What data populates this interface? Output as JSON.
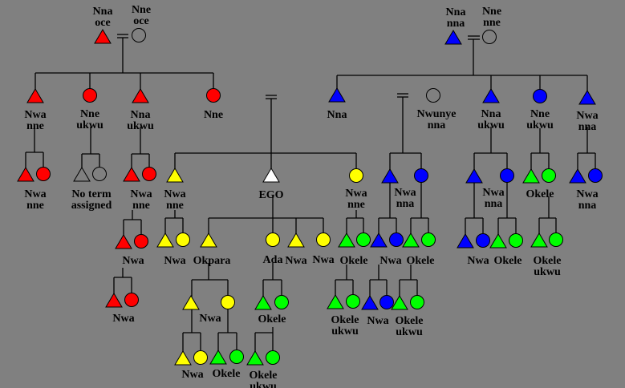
{
  "title": "Igbo kinship terminology diagram",
  "colors": {
    "background": "#808080",
    "father_side": "#ff0000",
    "mother_side": "#0000ff",
    "ego_generation": "#ffff00",
    "descendants_green": "#00ff00",
    "ego": "#ffffff",
    "unrelated": "none",
    "line": "#000000"
  },
  "people": {
    "pgf": {
      "sex": "male",
      "color": "father_side",
      "label": [
        "Nna",
        "oce"
      ]
    },
    "pgm": {
      "sex": "female",
      "color": "unrelated",
      "label": [
        "Nne",
        "oce"
      ]
    },
    "mgf": {
      "sex": "male",
      "color": "mother_side",
      "label": [
        "Nna",
        "nna"
      ]
    },
    "mgm": {
      "sex": "female",
      "color": "unrelated",
      "label": [
        "Nne",
        "nne"
      ]
    },
    "f_b1": {
      "sex": "male",
      "color": "father_side",
      "label": [
        "Nwa",
        "nne"
      ]
    },
    "f_z1": {
      "sex": "female",
      "color": "father_side",
      "label": [
        "Nne",
        "ukwu"
      ]
    },
    "f_b2": {
      "sex": "male",
      "color": "father_side",
      "label": [
        "Nna",
        "ukwu"
      ]
    },
    "f_z2": {
      "sex": "female",
      "color": "father_side",
      "label": [
        "Nne"
      ]
    },
    "m_b0": {
      "sex": "male",
      "color": "mother_side",
      "label": [
        "Nna"
      ]
    },
    "m_wife": {
      "sex": "female",
      "color": "unrelated",
      "label": [
        "Nwunye",
        "nna"
      ]
    },
    "m_b1": {
      "sex": "male",
      "color": "mother_side",
      "label": [
        "Nna",
        "ukwu"
      ]
    },
    "m_z1": {
      "sex": "female",
      "color": "mother_side",
      "label": [
        "Nne",
        "ukwu"
      ]
    },
    "m_b2": {
      "sex": "male",
      "color": "mother_side",
      "label": [
        "Nwa",
        "nna"
      ]
    },
    "c1a": {
      "sex": "male",
      "color": "father_side",
      "label": [
        "Nwa",
        "nne"
      ]
    },
    "c1b": {
      "sex": "female",
      "color": "father_side",
      "label": []
    },
    "c2a": {
      "sex": "male",
      "color": "unrelated",
      "label": [
        "No term",
        "assigned"
      ]
    },
    "c2b": {
      "sex": "female",
      "color": "unrelated",
      "label": []
    },
    "c3a": {
      "sex": "male",
      "color": "father_side",
      "label": [
        "Nwa",
        "nne"
      ]
    },
    "c3b": {
      "sex": "female",
      "color": "father_side",
      "label": []
    },
    "c3c1": {
      "sex": "male",
      "color": "father_side",
      "label": [
        "Nwa"
      ]
    },
    "c3c2": {
      "sex": "female",
      "color": "father_side",
      "label": []
    },
    "c3d1": {
      "sex": "male",
      "color": "father_side",
      "label": [
        "Nwa"
      ]
    },
    "c3d2": {
      "sex": "female",
      "color": "father_side",
      "label": []
    },
    "sib_b": {
      "sex": "male",
      "color": "ego_generation",
      "label": [
        "Nwa",
        "nne"
      ]
    },
    "ego": {
      "sex": "male",
      "color": "ego",
      "label": [
        "EGO"
      ]
    },
    "sib_z": {
      "sex": "female",
      "color": "ego_generation",
      "label": [
        "Nwa",
        "nne"
      ]
    },
    "sb_c1": {
      "sex": "male",
      "color": "ego_generation",
      "label": [
        "Nwa"
      ]
    },
    "sb_c2": {
      "sex": "female",
      "color": "ego_generation",
      "label": []
    },
    "e_c1": {
      "sex": "male",
      "color": "ego_generation",
      "label": [
        "Okpara"
      ]
    },
    "e_c2": {
      "sex": "female",
      "color": "ego_generation",
      "label": [
        "Ada"
      ]
    },
    "e_c3": {
      "sex": "male",
      "color": "ego_generation",
      "label": [
        "Nwa"
      ]
    },
    "e_c4": {
      "sex": "female",
      "color": "ego_generation",
      "label": [
        "Nwa"
      ]
    },
    "sz_c1": {
      "sex": "male",
      "color": "descendants_green",
      "label": [
        "Okele"
      ]
    },
    "sz_c2": {
      "sex": "female",
      "color": "descendants_green",
      "label": []
    },
    "ok_c1": {
      "sex": "male",
      "color": "ego_generation",
      "label": []
    },
    "ok_c2": {
      "sex": "female",
      "color": "ego_generation",
      "label": [
        "Nwa"
      ]
    },
    "ok_g1": {
      "sex": "male",
      "color": "ego_generation",
      "label": [
        "Nwa"
      ]
    },
    "ok_g2": {
      "sex": "female",
      "color": "ego_generation",
      "label": []
    },
    "ok_g3": {
      "sex": "male",
      "color": "descendants_green",
      "label": [
        "Okele"
      ]
    },
    "ok_g4": {
      "sex": "female",
      "color": "descendants_green",
      "label": []
    },
    "ada_c1": {
      "sex": "male",
      "color": "descendants_green",
      "label": [
        "Okele"
      ]
    },
    "ada_c2": {
      "sex": "female",
      "color": "descendants_green",
      "label": []
    },
    "ada_g1": {
      "sex": "male",
      "color": "descendants_green",
      "label": [
        "Okele",
        "ukwu"
      ]
    },
    "ada_g2": {
      "sex": "female",
      "color": "descendants_green",
      "label": []
    },
    "szc_g1": {
      "sex": "male",
      "color": "descendants_green",
      "label": [
        "Okele",
        "ukwu"
      ]
    },
    "szc_g2": {
      "sex": "female",
      "color": "descendants_green",
      "label": []
    },
    "mb0_c1": {
      "sex": "male",
      "color": "mother_side",
      "label": [
        "Nwa",
        "nna"
      ]
    },
    "mb0_c2": {
      "sex": "female",
      "color": "mother_side",
      "label": []
    },
    "mb0_g1": {
      "sex": "male",
      "color": "mother_side",
      "label": [
        "Nwa"
      ]
    },
    "mb0_g2": {
      "sex": "female",
      "color": "mother_side",
      "label": []
    },
    "mb0_g3": {
      "sex": "male",
      "color": "descendants_green",
      "label": [
        "Okele"
      ]
    },
    "mb0_g4": {
      "sex": "female",
      "color": "descendants_green",
      "label": []
    },
    "mb0_gg1": {
      "sex": "male",
      "color": "mother_side",
      "label": [
        "Nwa"
      ]
    },
    "mb0_gg2": {
      "sex": "female",
      "color": "mother_side",
      "label": []
    },
    "mb0_gg3": {
      "sex": "male",
      "color": "descendants_green",
      "label": [
        "Okele",
        "ukwu"
      ]
    },
    "mb0_gg4": {
      "sex": "female",
      "color": "descendants_green",
      "label": []
    },
    "mb1_c1": {
      "sex": "male",
      "color": "mother_side",
      "label": [
        "Nwa",
        "nna"
      ]
    },
    "mb1_c2": {
      "sex": "female",
      "color": "mother_side",
      "label": []
    },
    "mb1_g1": {
      "sex": "male",
      "color": "mother_side",
      "label": [
        "Nwa"
      ]
    },
    "mb1_g2": {
      "sex": "female",
      "color": "mother_side",
      "label": []
    },
    "mb1_g3": {
      "sex": "male",
      "color": "descendants_green",
      "label": [
        "Okele"
      ]
    },
    "mb1_g4": {
      "sex": "female",
      "color": "descendants_green",
      "label": []
    },
    "mz1_c1": {
      "sex": "male",
      "color": "descendants_green",
      "label": [
        "Okele"
      ]
    },
    "mz1_c2": {
      "sex": "female",
      "color": "descendants_green",
      "label": []
    },
    "mz1_g1": {
      "sex": "male",
      "color": "descendants_green",
      "label": [
        "Okele",
        "ukwu"
      ]
    },
    "mz1_g2": {
      "sex": "female",
      "color": "descendants_green",
      "label": []
    },
    "mb2_c1": {
      "sex": "male",
      "color": "mother_side",
      "label": [
        "Nwa",
        "nna"
      ]
    },
    "mb2_c2": {
      "sex": "female",
      "color": "mother_side",
      "label": []
    }
  }
}
